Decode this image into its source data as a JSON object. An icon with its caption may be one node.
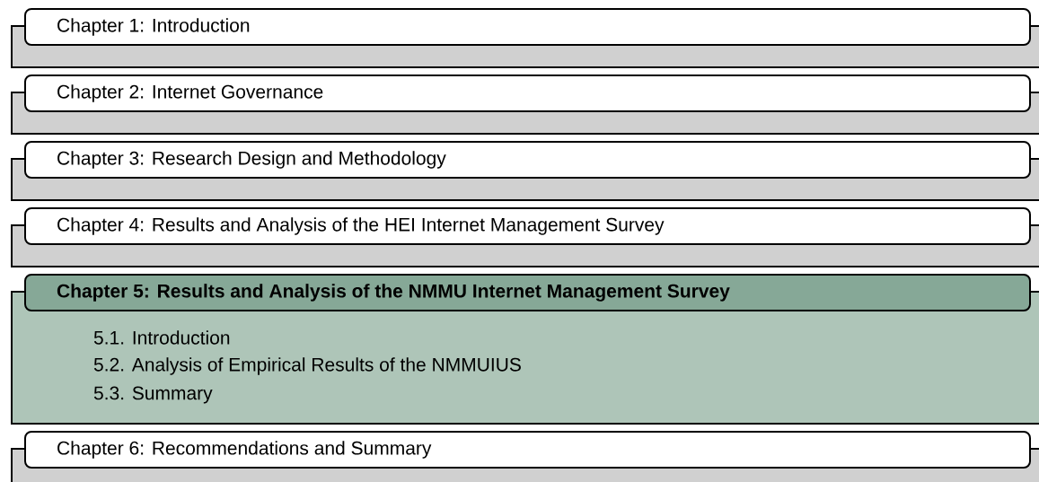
{
  "diagram": {
    "nodes": [
      {
        "text": [
          "Chapter 1: Introduction"
        ]
      },
      {
        "text": [
          "Chapter 2: Internet Governance"
        ]
      },
      {
        "text": [
          "Chapter 3: Research Design and Methodology"
        ]
      },
      {
        "text": [
          "Chapter 4: Results and Analysis of the HEI Internet Management Survey"
        ]
      },
      {
        "text": [
          "Chapter 5: Results and Analysis of the NMMU Internet Management Survey",
          "5.1. Introduction",
          "5.2. Analysis of Empirical Results of the NMMUIUS",
          "5.3. Summary"
        ]
      },
      {
        "text": [
          "Chapter 6: Recommendations and Summary"
        ]
      }
    ]
  }
}
